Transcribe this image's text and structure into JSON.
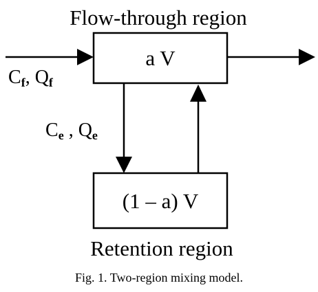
{
  "diagram": {
    "top_region_title": "Flow-through region",
    "bottom_region_title": "Retention region",
    "top_box_label": "a V",
    "bottom_box_label": "(1 – a) V",
    "inflow_label": {
      "c": "C",
      "c_sub": "f",
      "sep": ", ",
      "q": "Q",
      "q_sub": "f"
    },
    "exchange_label": {
      "c": "C",
      "c_sub": "e",
      "sep": " , ",
      "q": "Q",
      "q_sub": "e"
    }
  },
  "caption": "Fig. 1. Two-region mixing model."
}
